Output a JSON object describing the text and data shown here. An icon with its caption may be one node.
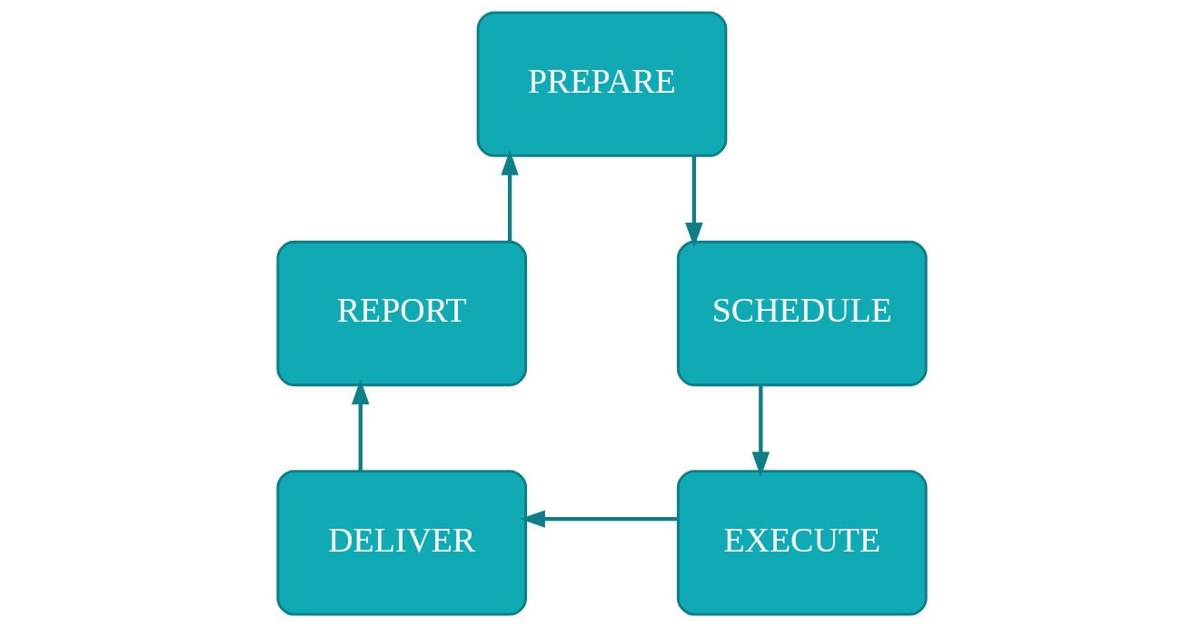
{
  "diagram": {
    "nodes": [
      {
        "text": [
          "PREPARE"
        ]
      },
      {
        "text": [
          "SCHEDULE"
        ]
      },
      {
        "text": [
          "EXECUTE"
        ]
      },
      {
        "text": [
          "DELIVER"
        ]
      },
      {
        "text": [
          "REPORT"
        ]
      }
    ],
    "edges": [
      {
        "from": 0,
        "to": 1,
        "arrow": "to"
      },
      {
        "from": 1,
        "to": 2,
        "arrow": "to"
      },
      {
        "from": 2,
        "to": 3,
        "arrow": "to"
      },
      {
        "from": 3,
        "to": 4,
        "arrow": "to"
      },
      {
        "from": 4,
        "to": 0,
        "arrow": "to"
      }
    ]
  }
}
